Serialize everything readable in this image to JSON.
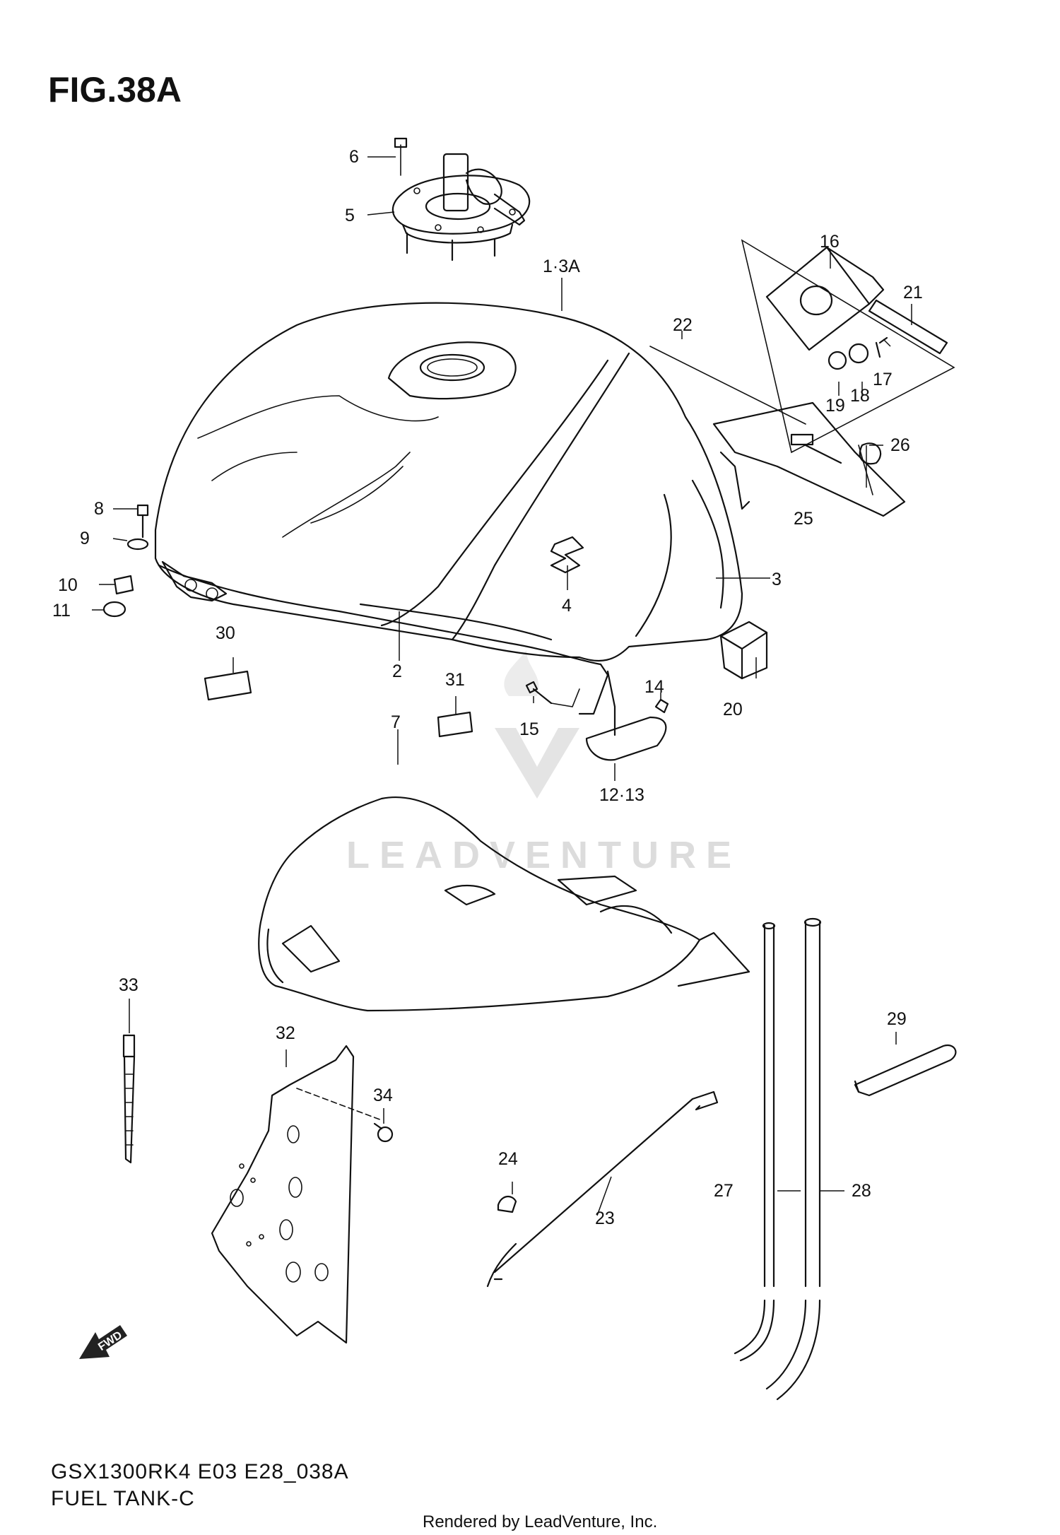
{
  "figure": {
    "title": "FIG.38A",
    "model_code": "GSX1300RK4 E03 E28_038A",
    "section_name": "FUEL TANK-C",
    "rendered_by": "Rendered by LeadVenture, Inc.",
    "fwd_label": "FWD"
  },
  "watermark": {
    "text": "LEADVENTURE",
    "color": "#d8d8d8"
  },
  "callouts": [
    {
      "id": "c1",
      "label": "1·3A"
    },
    {
      "id": "c2",
      "label": "2"
    },
    {
      "id": "c3",
      "label": "3"
    },
    {
      "id": "c4",
      "label": "4"
    },
    {
      "id": "c5",
      "label": "5"
    },
    {
      "id": "c6",
      "label": "6"
    },
    {
      "id": "c7",
      "label": "7"
    },
    {
      "id": "c8",
      "label": "8"
    },
    {
      "id": "c9",
      "label": "9"
    },
    {
      "id": "c10",
      "label": "10"
    },
    {
      "id": "c11",
      "label": "11"
    },
    {
      "id": "c12",
      "label": "12·13"
    },
    {
      "id": "c14",
      "label": "14"
    },
    {
      "id": "c15",
      "label": "15"
    },
    {
      "id": "c16",
      "label": "16"
    },
    {
      "id": "c17",
      "label": "17"
    },
    {
      "id": "c18",
      "label": "18"
    },
    {
      "id": "c19",
      "label": "19"
    },
    {
      "id": "c20",
      "label": "20"
    },
    {
      "id": "c21",
      "label": "21"
    },
    {
      "id": "c22",
      "label": "22"
    },
    {
      "id": "c23",
      "label": "23"
    },
    {
      "id": "c24",
      "label": "24"
    },
    {
      "id": "c25",
      "label": "25"
    },
    {
      "id": "c26",
      "label": "26"
    },
    {
      "id": "c27",
      "label": "27"
    },
    {
      "id": "c28",
      "label": "28"
    },
    {
      "id": "c29",
      "label": "29"
    },
    {
      "id": "c30",
      "label": "30"
    },
    {
      "id": "c31",
      "label": "31"
    },
    {
      "id": "c32",
      "label": "32"
    },
    {
      "id": "c33",
      "label": "33"
    },
    {
      "id": "c34",
      "label": "34"
    }
  ]
}
